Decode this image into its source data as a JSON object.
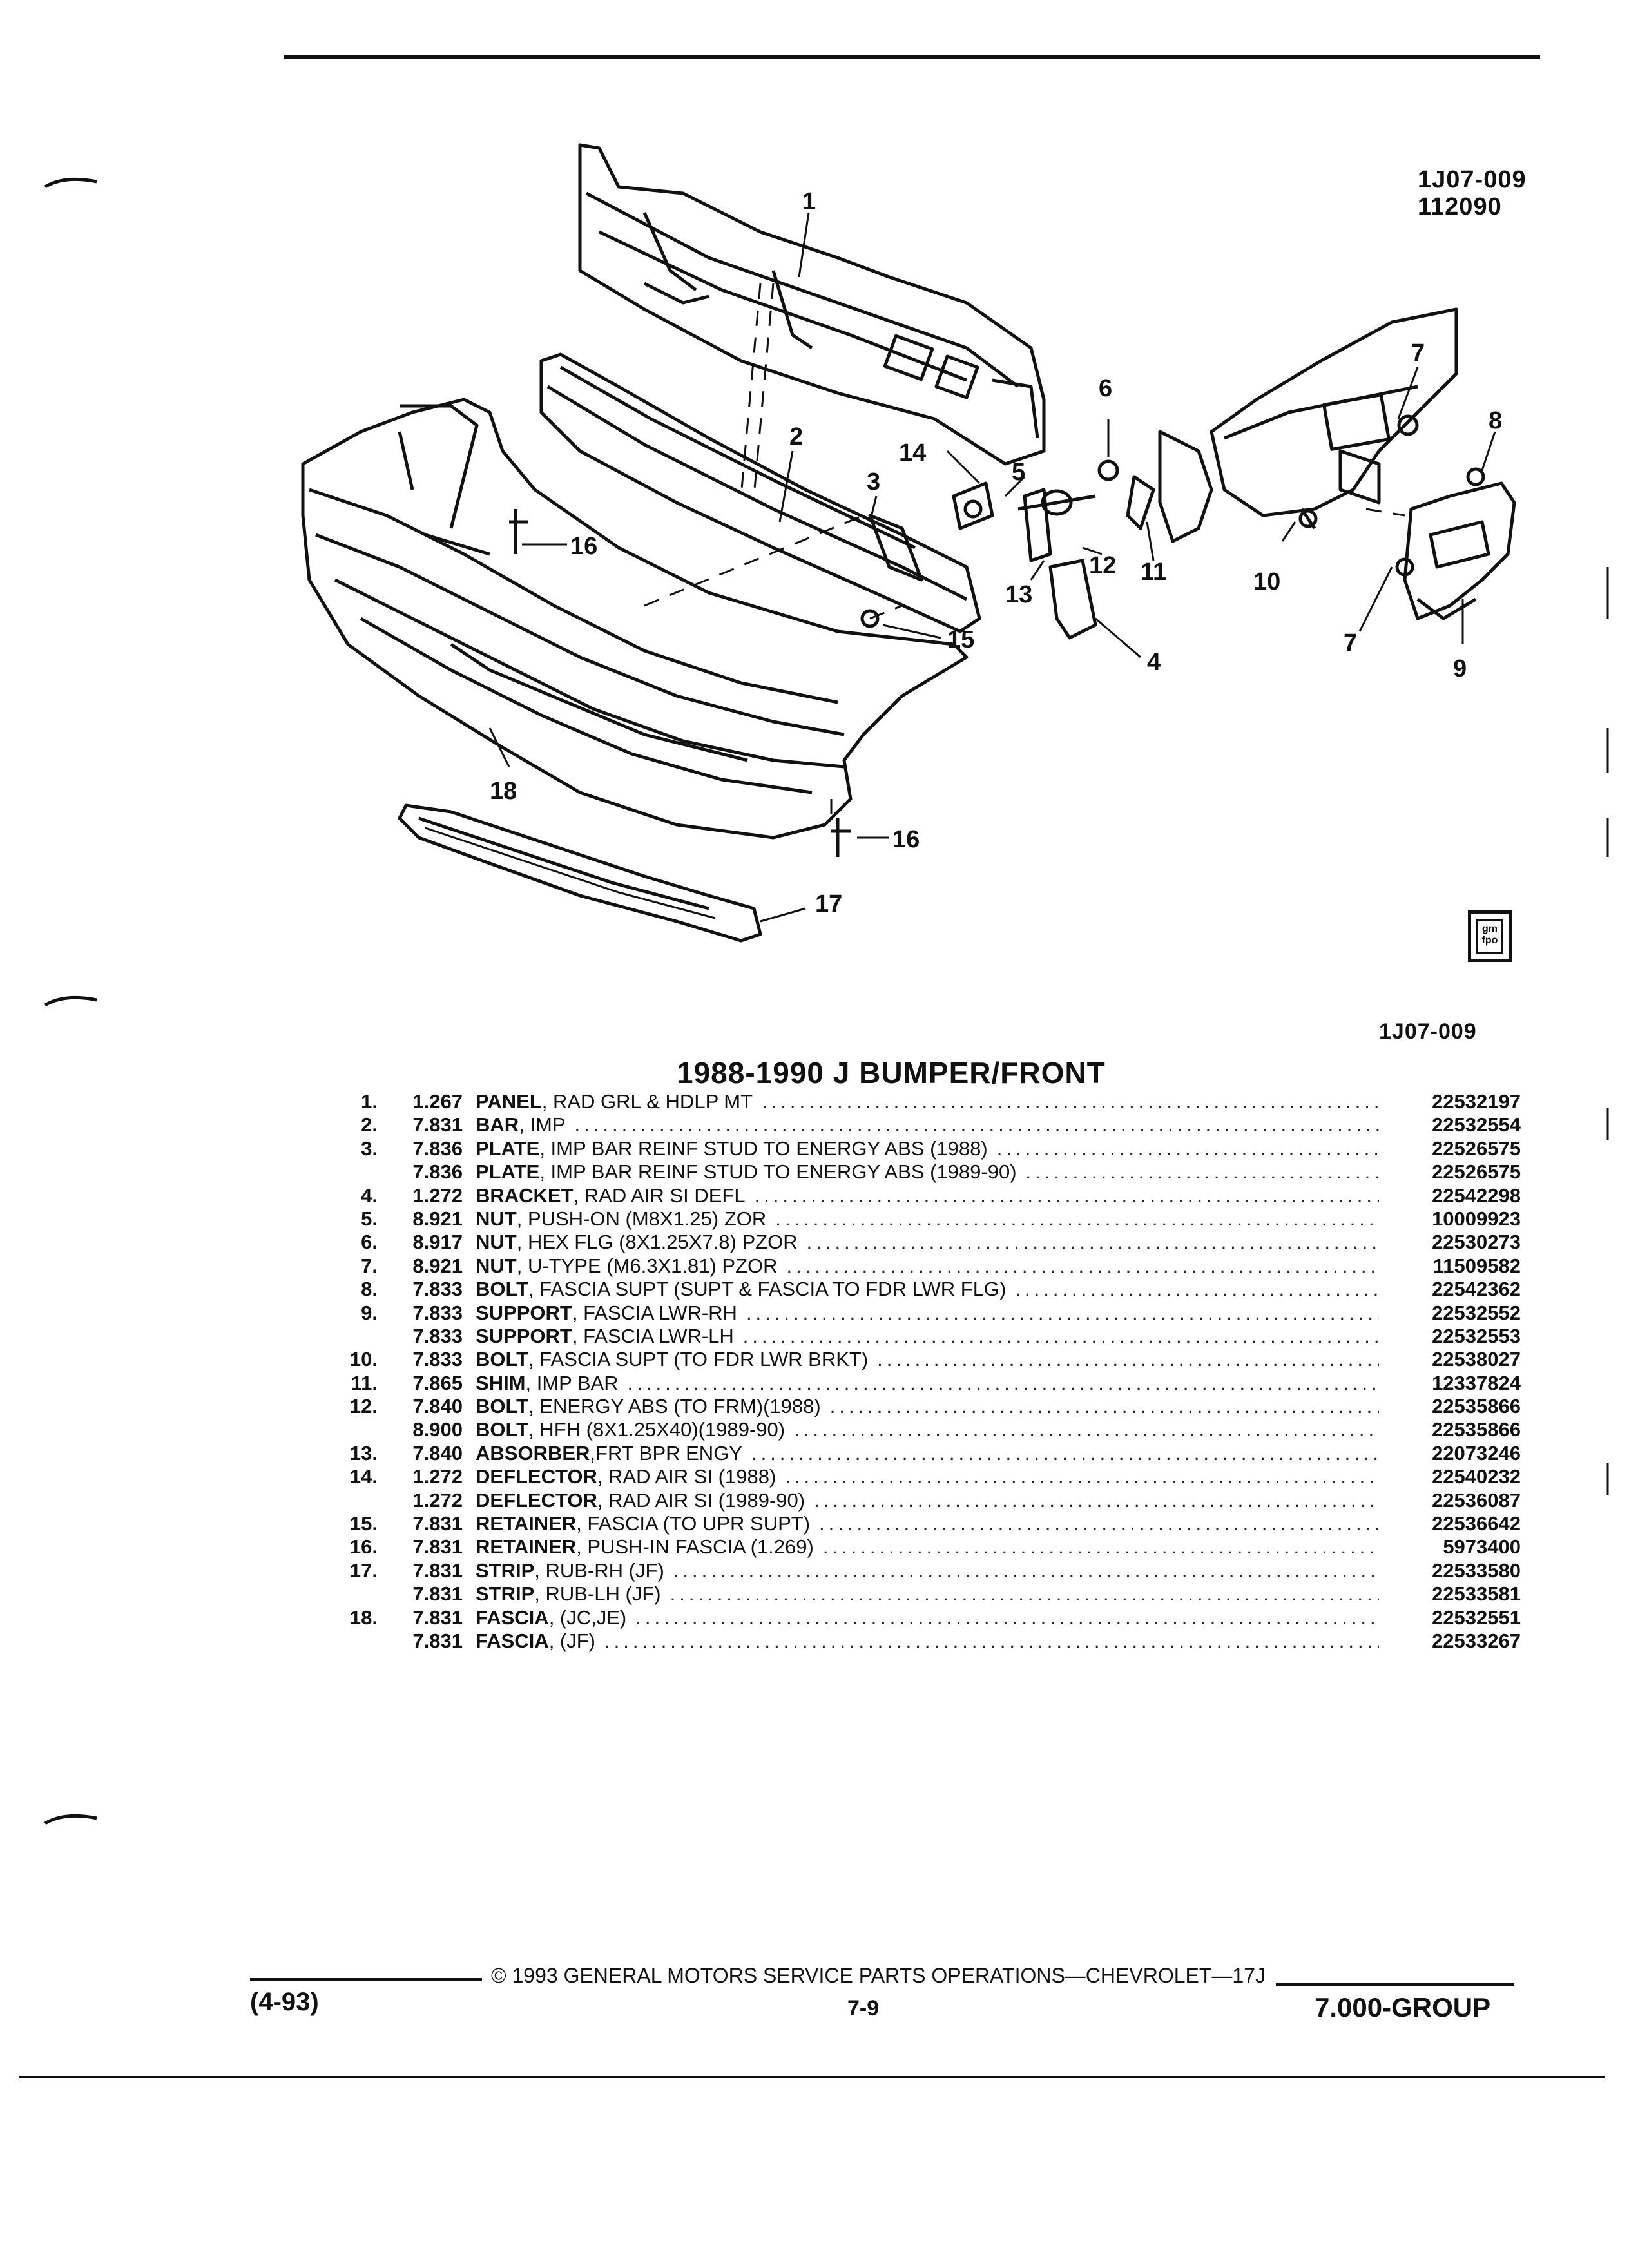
{
  "header": {
    "illustration_code": "1J07-009",
    "illustration_date": "112090",
    "caption_code": "1J07-009"
  },
  "logo": {
    "text": "gm\nfpo"
  },
  "callouts": [
    "1",
    "2",
    "3",
    "4",
    "5",
    "6",
    "7",
    "8",
    "9",
    "10",
    "11",
    "12",
    "13",
    "14",
    "15",
    "16",
    "17",
    "18"
  ],
  "section_title": "1988-1990 J BUMPER/FRONT",
  "parts": [
    {
      "num": "1.",
      "qty": "1.267",
      "name": "PANEL",
      "desc": ", RAD GRL & HDLP MT",
      "pn": "22532197"
    },
    {
      "num": "2.",
      "qty": "7.831",
      "name": "BAR",
      "desc": ", IMP",
      "pn": "22532554"
    },
    {
      "num": "3.",
      "qty": "7.836",
      "name": "PLATE",
      "desc": ", IMP BAR REINF STUD TO ENERGY ABS (1988)",
      "pn": "22526575"
    },
    {
      "num": "",
      "qty": "7.836",
      "name": "PLATE",
      "desc": ", IMP BAR REINF STUD TO ENERGY ABS (1989-90)",
      "pn": "22526575"
    },
    {
      "num": "4.",
      "qty": "1.272",
      "name": "BRACKET",
      "desc": ", RAD AIR SI DEFL",
      "pn": "22542298"
    },
    {
      "num": "5.",
      "qty": "8.921",
      "name": "NUT",
      "desc": ", PUSH-ON (M8X1.25) ZOR",
      "pn": "10009923"
    },
    {
      "num": "6.",
      "qty": "8.917",
      "name": "NUT",
      "desc": ", HEX FLG (8X1.25X7.8) PZOR",
      "pn": "22530273"
    },
    {
      "num": "7.",
      "qty": "8.921",
      "name": "NUT",
      "desc": ", U-TYPE (M6.3X1.81) PZOR",
      "pn": "11509582"
    },
    {
      "num": "8.",
      "qty": "7.833",
      "name": "BOLT",
      "desc": ", FASCIA SUPT (SUPT & FASCIA TO FDR LWR FLG)",
      "pn": "22542362"
    },
    {
      "num": "9.",
      "qty": "7.833",
      "name": "SUPPORT",
      "desc": ", FASCIA LWR-RH",
      "pn": "22532552"
    },
    {
      "num": "",
      "qty": "7.833",
      "name": "SUPPORT",
      "desc": ", FASCIA LWR-LH",
      "pn": "22532553"
    },
    {
      "num": "10.",
      "qty": "7.833",
      "name": "BOLT",
      "desc": ", FASCIA SUPT (TO FDR LWR BRKT)",
      "pn": "22538027"
    },
    {
      "num": "11.",
      "qty": "7.865",
      "name": "SHIM",
      "desc": ", IMP BAR",
      "pn": "12337824"
    },
    {
      "num": "12.",
      "qty": "7.840",
      "name": "BOLT",
      "desc": ", ENERGY ABS (TO FRM)(1988)",
      "pn": "22535866"
    },
    {
      "num": "",
      "qty": "8.900",
      "name": "BOLT",
      "desc": ", HFH (8X1.25X40)(1989-90)",
      "pn": "22535866"
    },
    {
      "num": "13.",
      "qty": "7.840",
      "name": "ABSORBER",
      "desc": ",FRT BPR ENGY",
      "pn": "22073246"
    },
    {
      "num": "14.",
      "qty": "1.272",
      "name": "DEFLECTOR",
      "desc": ", RAD AIR SI (1988)",
      "pn": "22540232"
    },
    {
      "num": "",
      "qty": "1.272",
      "name": "DEFLECTOR",
      "desc": ", RAD AIR SI (1989-90)",
      "pn": "22536087"
    },
    {
      "num": "15.",
      "qty": "7.831",
      "name": "RETAINER",
      "desc": ", FASCIA (TO UPR SUPT)",
      "pn": "22536642"
    },
    {
      "num": "16.",
      "qty": "7.831",
      "name": "RETAINER",
      "desc": ", PUSH-IN FASCIA (1.269)",
      "pn": "5973400"
    },
    {
      "num": "17.",
      "qty": "7.831",
      "name": "STRIP",
      "desc": ", RUB-RH (JF)",
      "pn": "22533580"
    },
    {
      "num": "",
      "qty": "7.831",
      "name": "STRIP",
      "desc": ", RUB-LH (JF)",
      "pn": "22533581"
    },
    {
      "num": "18.",
      "qty": "7.831",
      "name": "FASCIA",
      "desc": ", (JC,JE)",
      "pn": "22532551"
    },
    {
      "num": "",
      "qty": "7.831",
      "name": "FASCIA",
      "desc": ", (JF)",
      "pn": "22533267"
    }
  ],
  "footer": {
    "date_code": "(4-93)",
    "copyright": "© 1993 GENERAL MOTORS SERVICE PARTS OPERATIONS—CHEVROLET—17J",
    "page": "7-9",
    "group": "7.000-GROUP"
  }
}
